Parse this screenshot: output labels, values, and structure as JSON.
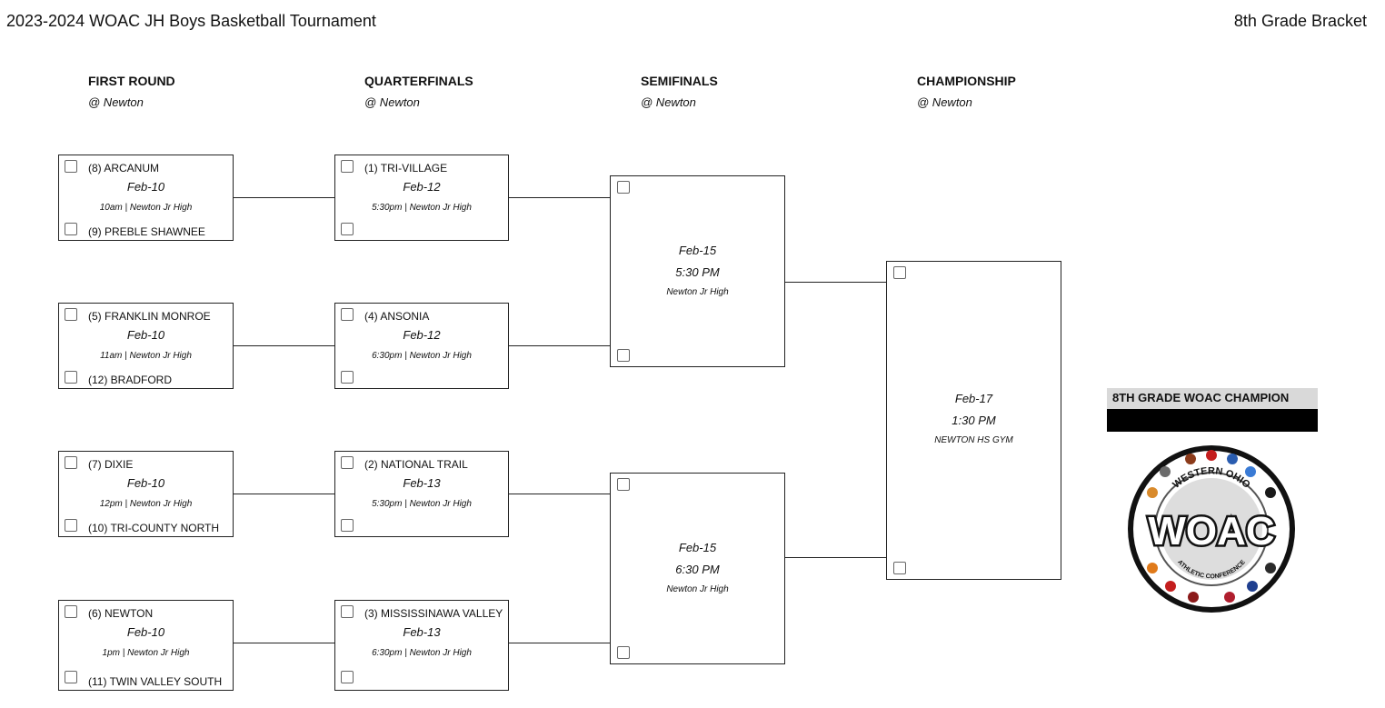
{
  "header": {
    "title": "2023-2024 WOAC JH Boys Basketball Tournament",
    "subtitle": "8th Grade Bracket"
  },
  "rounds": [
    {
      "name": "FIRST ROUND",
      "location": "@ Newton"
    },
    {
      "name": "QUARTERFINALS",
      "location": "@ Newton"
    },
    {
      "name": "SEMIFINALS",
      "location": "@ Newton"
    },
    {
      "name": "CHAMPIONSHIP",
      "location": "@ Newton"
    }
  ],
  "first_round": [
    {
      "top": "(8) ARCANUM",
      "date": "Feb-10",
      "detail": "10am | Newton Jr High",
      "bottom": "(9) PREBLE SHAWNEE"
    },
    {
      "top": "(5) FRANKLIN MONROE",
      "date": "Feb-10",
      "detail": "11am | Newton Jr High",
      "bottom": "(12) BRADFORD"
    },
    {
      "top": "(7) DIXIE",
      "date": "Feb-10",
      "detail": "12pm | Newton Jr High",
      "bottom": "(10) TRI-COUNTY NORTH"
    },
    {
      "top": "(6) NEWTON",
      "date": "Feb-10",
      "detail": "1pm | Newton Jr High",
      "bottom": "(11) TWIN VALLEY SOUTH"
    }
  ],
  "quarterfinals": [
    {
      "top": "(1) TRI-VILLAGE",
      "date": "Feb-12",
      "detail": "5:30pm | Newton Jr High"
    },
    {
      "top": "(4) ANSONIA",
      "date": "Feb-12",
      "detail": "6:30pm | Newton Jr High"
    },
    {
      "top": "(2) NATIONAL TRAIL",
      "date": "Feb-13",
      "detail": "5:30pm | Newton Jr High"
    },
    {
      "top": "(3) MISSISSINAWA VALLEY",
      "date": "Feb-13",
      "detail": "6:30pm | Newton Jr High"
    }
  ],
  "semifinals": [
    {
      "date": "Feb-15",
      "time": "5:30 PM",
      "venue": "Newton Jr High"
    },
    {
      "date": "Feb-15",
      "time": "6:30 PM",
      "venue": "Newton Jr High"
    }
  ],
  "championship": {
    "date": "Feb-17",
    "time": "1:30 PM",
    "venue": "NEWTON HS GYM"
  },
  "champion": {
    "label": "8TH GRADE WOAC CHAMPION",
    "value": ""
  },
  "logo": {
    "top_text": "WESTERN OHIO",
    "main_text": "WOAC",
    "bottom_text": "ATHLETIC CONFERENCE"
  }
}
